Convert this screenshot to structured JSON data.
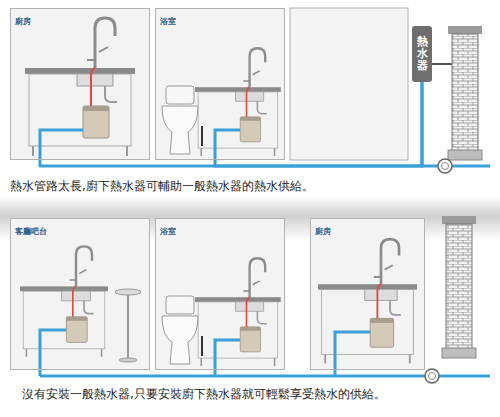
{
  "diagram": {
    "nodes": [
      {
        "text": [
          "廚房"
        ]
      },
      {
        "text": [
          "浴室"
        ]
      },
      {
        "text": [
          "熱水器"
        ]
      },
      {
        "text": [
          "客廳吧台"
        ]
      },
      {
        "text": [
          "浴室"
        ]
      },
      {
        "text": [
          "廚房"
        ]
      }
    ],
    "edges": [
      {
        "from": 2,
        "to": 0,
        "arrow": "none"
      },
      {
        "from": 2,
        "to": 1,
        "arrow": "none"
      }
    ],
    "labels": [
      "熱水管路太長,廚下熱水器可輔助一般熱水器的熱水供給。",
      "沒有安裝一般熱水器,只要安裝廚下熱水器就可輕鬆享受熱水的供給。"
    ]
  }
}
